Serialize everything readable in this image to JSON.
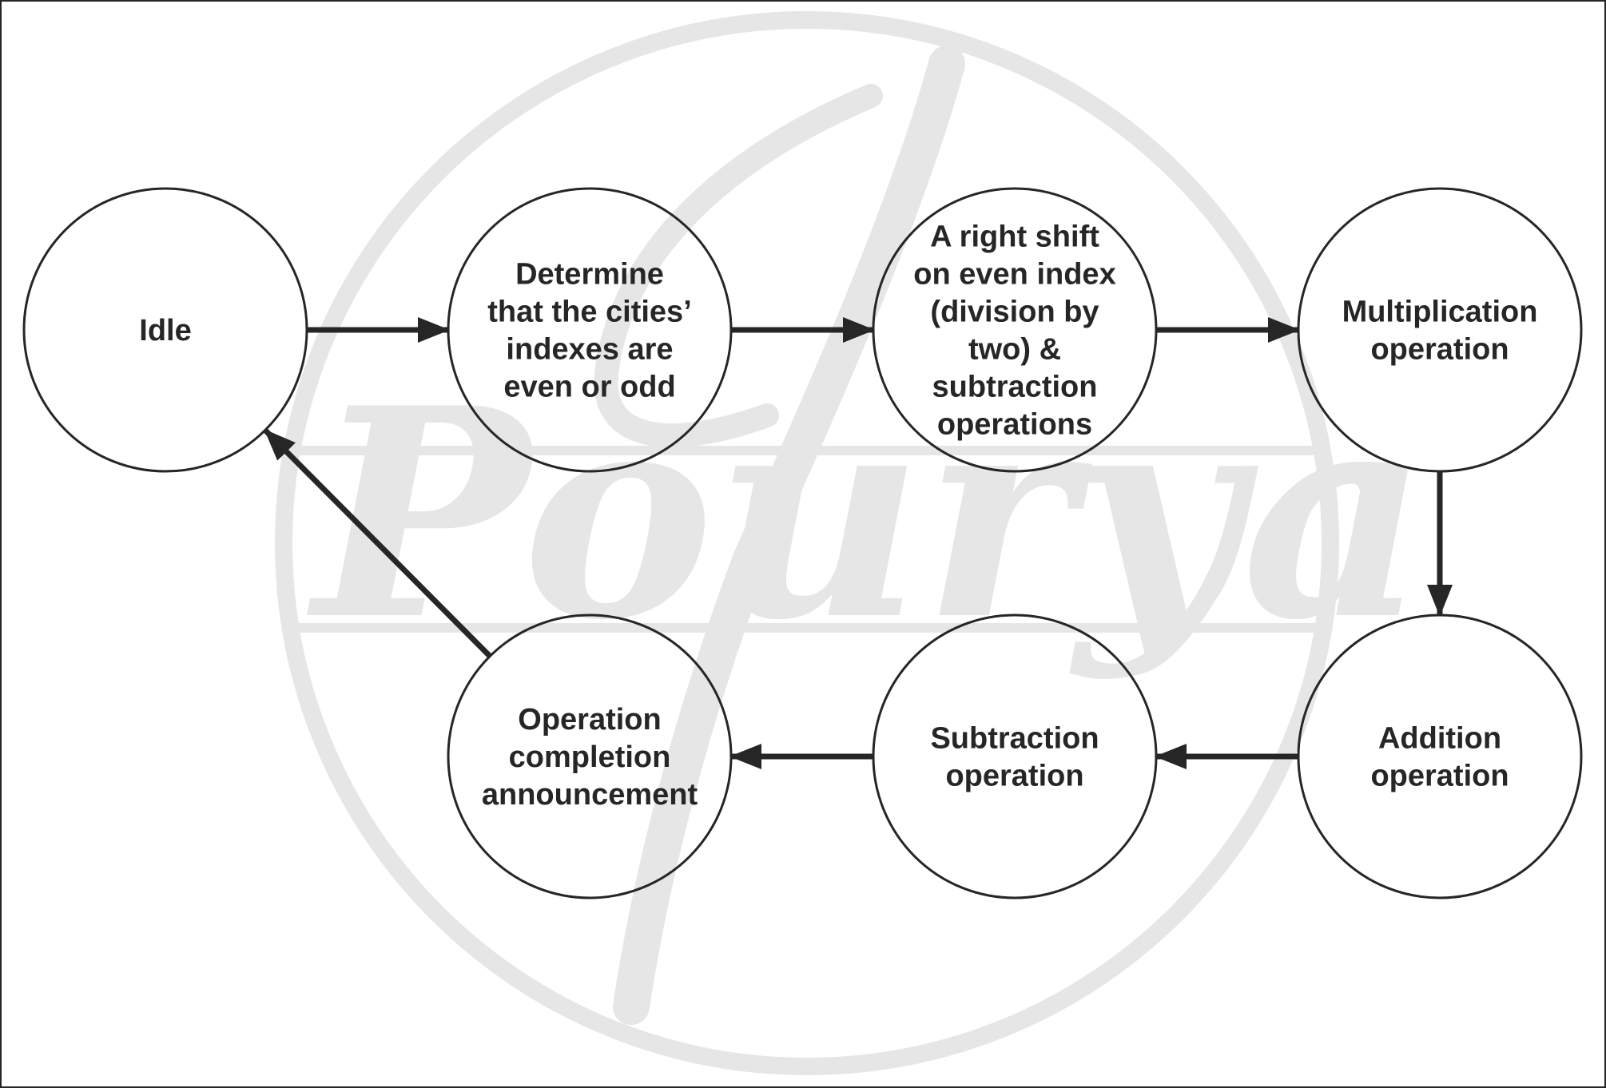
{
  "diagram": {
    "watermark": {
      "text": "Pourya"
    },
    "colors": {
      "stroke": "#262626",
      "text": "#262626",
      "watermark": "#e6e6e6",
      "background": "#ffffff"
    },
    "states": [
      {
        "id": "idle",
        "lines": [
          "Idle"
        ]
      },
      {
        "id": "determine-parity",
        "lines": [
          "Determine",
          "that the cities’",
          "indexes are",
          "even or odd"
        ]
      },
      {
        "id": "right-shift",
        "lines": [
          "A right shift",
          "on even index",
          "(division by",
          "two) &",
          "subtraction",
          "operations"
        ]
      },
      {
        "id": "multiplication",
        "lines": [
          "Multiplication",
          "operation"
        ]
      },
      {
        "id": "addition",
        "lines": [
          "Addition",
          "operation"
        ]
      },
      {
        "id": "subtraction",
        "lines": [
          "Subtraction",
          "operation"
        ]
      },
      {
        "id": "completion",
        "lines": [
          "Operation",
          "completion",
          "announcement"
        ]
      }
    ],
    "transitions": [
      {
        "from": "idle",
        "to": "determine-parity"
      },
      {
        "from": "determine-parity",
        "to": "right-shift"
      },
      {
        "from": "right-shift",
        "to": "multiplication"
      },
      {
        "from": "multiplication",
        "to": "addition"
      },
      {
        "from": "addition",
        "to": "subtraction"
      },
      {
        "from": "subtraction",
        "to": "completion"
      },
      {
        "from": "completion",
        "to": "idle"
      }
    ]
  }
}
